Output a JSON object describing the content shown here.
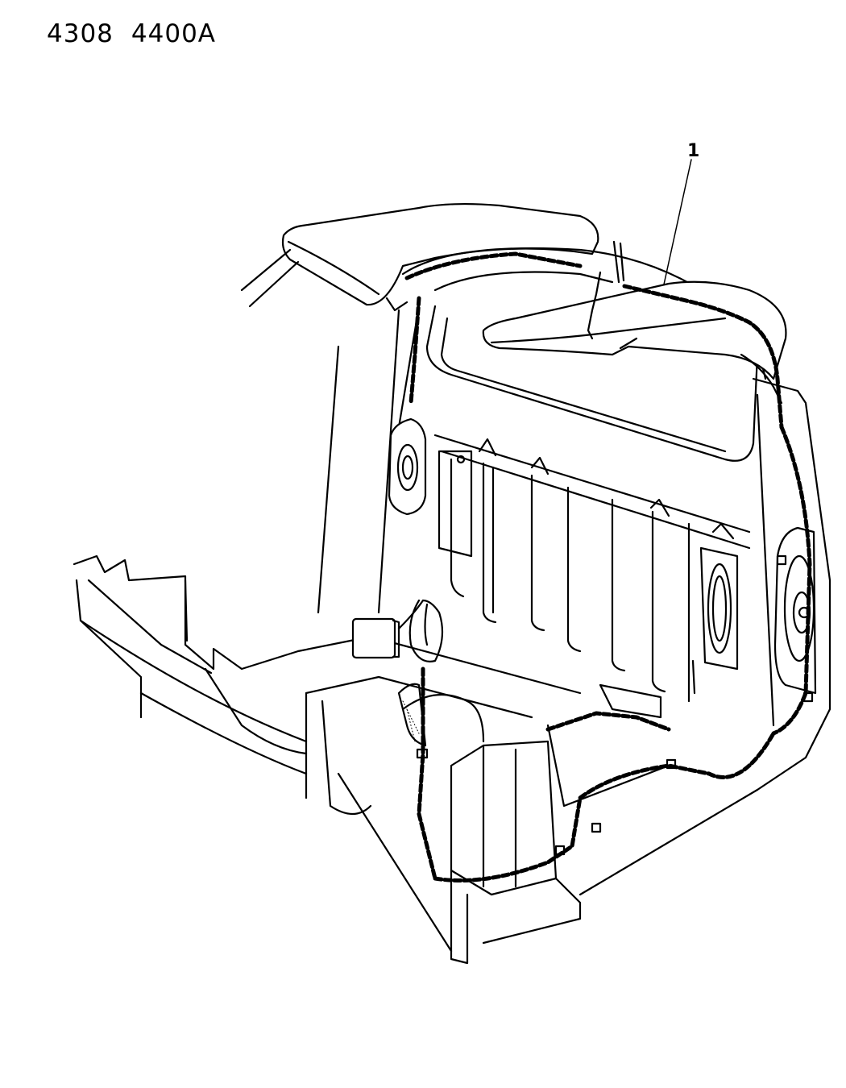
{
  "header": {
    "codes": [
      "4308",
      "4400A"
    ]
  },
  "diagram": {
    "subject": "Truck cab interior wiring harness (rear speakers / overhead)",
    "callouts": [
      {
        "label": "1",
        "target": "wiring harness along roof rail"
      }
    ]
  }
}
